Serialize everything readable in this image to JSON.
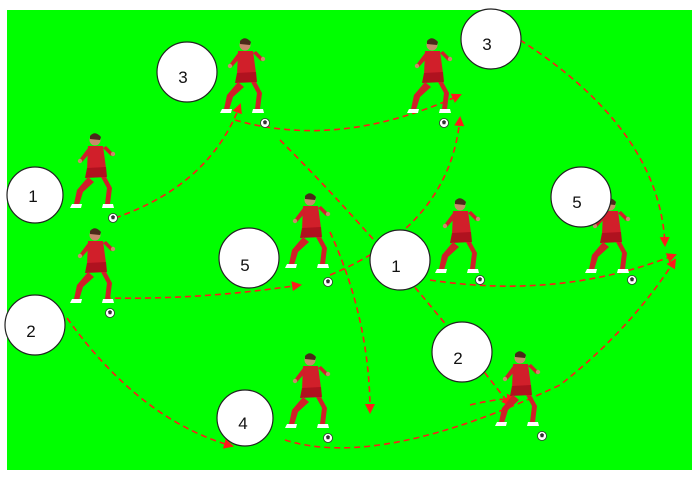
{
  "pitch": {
    "field_color": "#00ff00",
    "pass_color": "#ff1a1a",
    "player_kit_color": "#d11f2a"
  },
  "markers": [
    {
      "id": "m3a",
      "label": "3"
    },
    {
      "id": "m3b",
      "label": "3"
    },
    {
      "id": "m1a",
      "label": "1"
    },
    {
      "id": "m5a",
      "label": "5"
    },
    {
      "id": "m5b",
      "label": "5"
    },
    {
      "id": "m1b",
      "label": "1"
    },
    {
      "id": "m2a",
      "label": "2"
    },
    {
      "id": "m2b",
      "label": "2"
    },
    {
      "id": "m4",
      "label": "4"
    }
  ],
  "players": [
    "p1",
    "p2",
    "p3",
    "p4",
    "p5",
    "p6",
    "p7",
    "p8",
    "p9",
    "p10"
  ]
}
